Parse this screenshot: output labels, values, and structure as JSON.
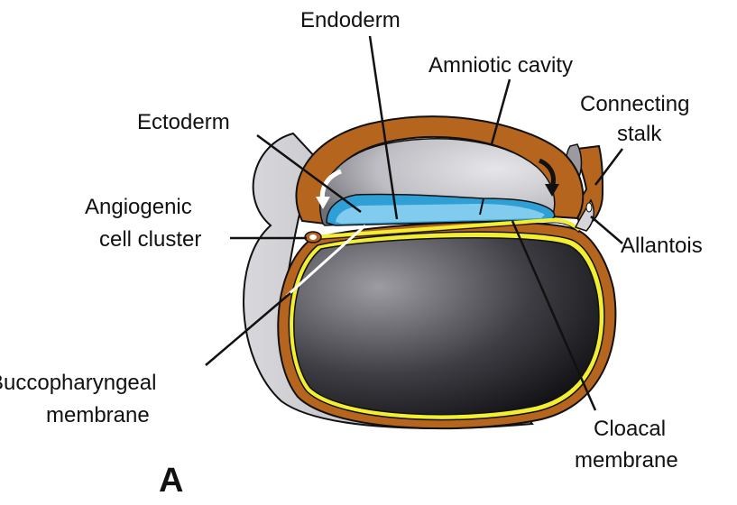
{
  "figure": {
    "panel_label": "A",
    "labels": {
      "endoderm": "Endoderm",
      "amniotic_cavity": "Amniotic cavity",
      "connecting_stalk_1": "Connecting",
      "connecting_stalk_2": "stalk",
      "ectoderm": "Ectoderm",
      "angiogenic_1": "Angiogenic",
      "angiogenic_2": "cell cluster",
      "allantois": "Allantois",
      "buccopharyngeal_1": "Buccopharyngeal",
      "buccopharyngeal_2": "membrane",
      "cloacal_1": "Cloacal",
      "cloacal_2": "membrane"
    }
  },
  "colors": {
    "ectoderm_orange": "#b5651d",
    "endoderm_blue": "#2f9fd6",
    "yolk_line_yellow": "#f2ee32",
    "chorion_gray": "#c9c9cd"
  }
}
